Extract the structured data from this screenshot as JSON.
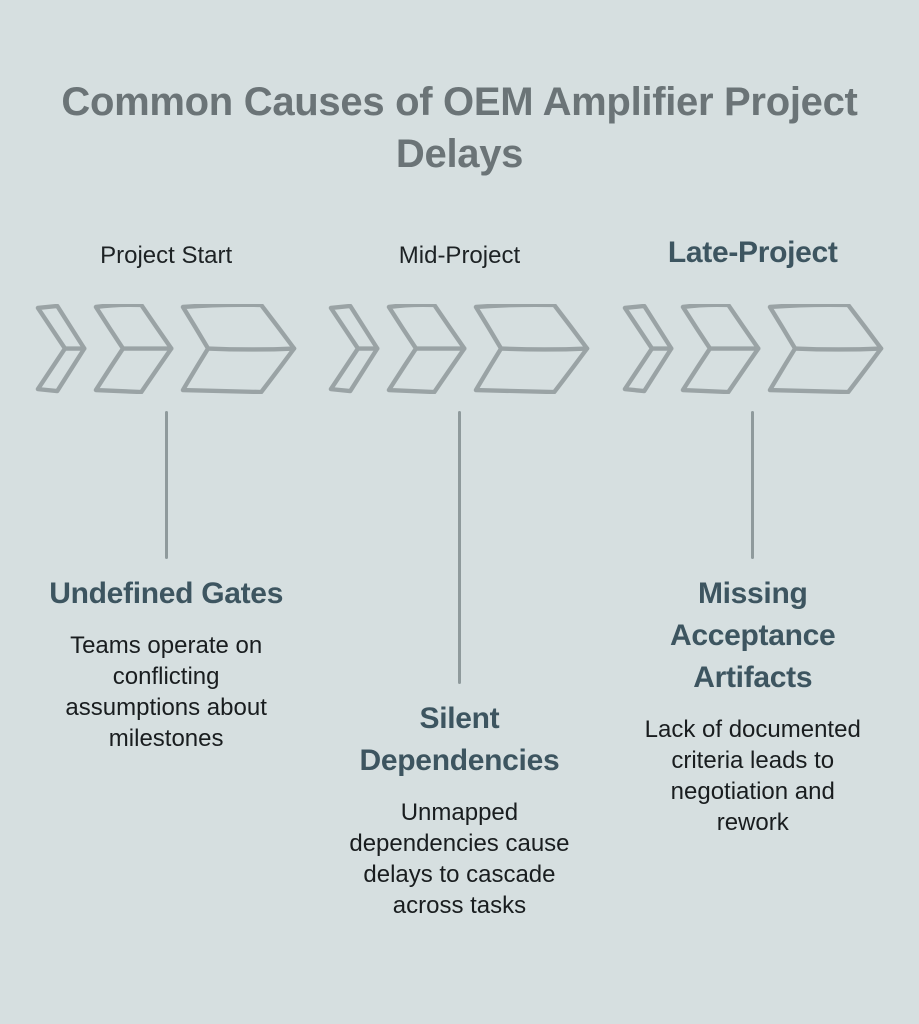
{
  "title": "Common Causes of OEM Amplifier Project Delays",
  "columns": [
    {
      "stage_label": "Project Start",
      "heading": "Undefined Gates",
      "description": "Teams operate on conflicting assumptions about milestones"
    },
    {
      "stage_label": "Mid-Project",
      "heading": "Silent Dependencies",
      "description": "Unmapped dependencies cause delays to cascade across tasks"
    },
    {
      "stage_label": "Late-Project",
      "heading": "Missing Acceptance Artifacts",
      "description": "Lack of documented criteria leads to negotiation and rework"
    }
  ],
  "colors": {
    "bg": "#d6dfe0",
    "title": "#6b7477",
    "label": "#1d2224",
    "accent": "#3d5560",
    "body": "#191d1f",
    "chevron": "#9aa3a5",
    "connector": "#8f9a9c"
  }
}
